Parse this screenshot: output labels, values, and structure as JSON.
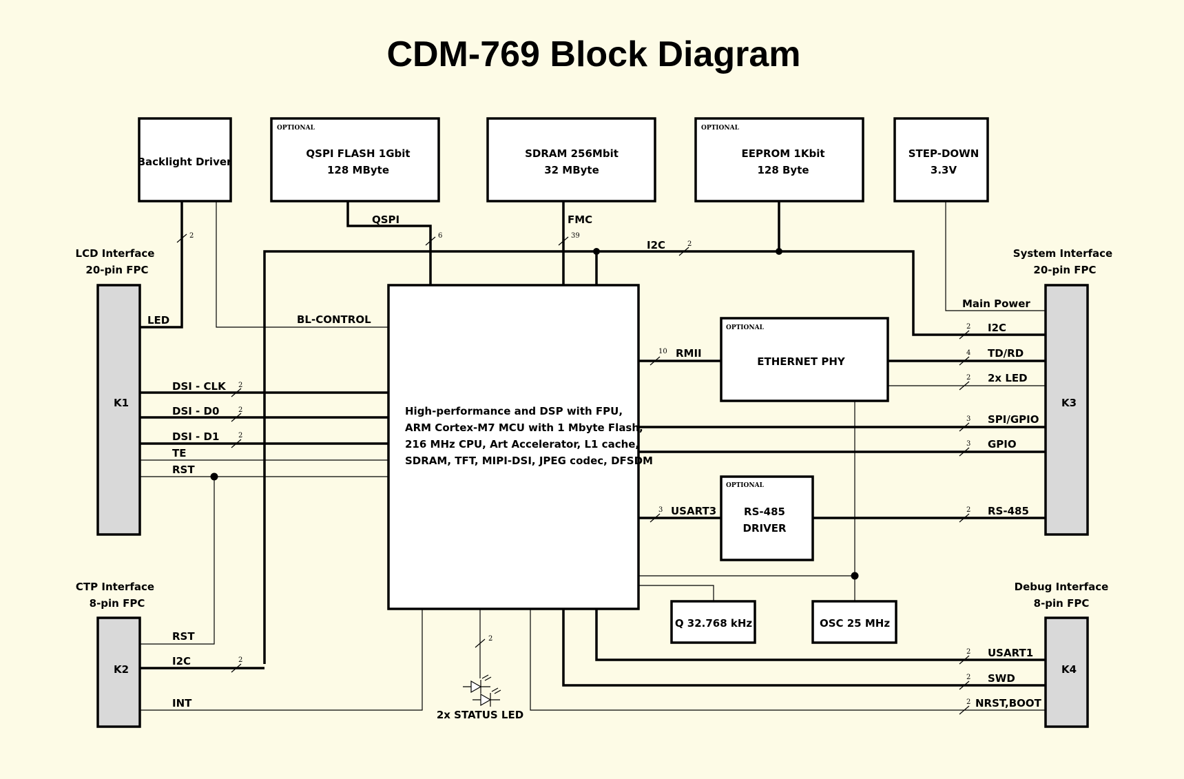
{
  "title": "CDM-769 Block Diagram",
  "optional_tag": "OPTIONAL",
  "blocks": {
    "backlight": "Backlight Driver",
    "qspi_flash": [
      "QSPI FLASH 1Gbit",
      "128 MByte"
    ],
    "sdram": [
      "SDRAM 256Mbit",
      "32 MByte"
    ],
    "eeprom": [
      "EEPROM 1Kbit",
      "128 Byte"
    ],
    "stepdown": [
      "STEP-DOWN",
      "3.3V"
    ],
    "mcu": [
      "High-performance and DSP with FPU,",
      "ARM Cortex-M7 MCU with 1 Mbyte Flash,",
      "216 MHz CPU, Art Accelerator, L1 cache,",
      "SDRAM, TFT, MIPI-DSI, JPEG codec, DFSDM"
    ],
    "ethernet_phy": "ETHERNET PHY",
    "rs485_driver": [
      "RS-485",
      "DRIVER"
    ],
    "osc32": "Q 32.768 kHz",
    "osc25": "OSC 25 MHz",
    "status_led": "2x STATUS LED"
  },
  "connectors": {
    "k1": {
      "name": "K1",
      "title": [
        "LCD Interface",
        "20-pin FPC"
      ]
    },
    "k2": {
      "name": "K2",
      "title": [
        "CTP Interface",
        "8-pin FPC"
      ]
    },
    "k3": {
      "name": "K3",
      "title": [
        "System Interface",
        "20-pin FPC"
      ]
    },
    "k4": {
      "name": "K4",
      "title": [
        "Debug Interface",
        "8-pin FPC"
      ]
    }
  },
  "signals": {
    "led": "LED",
    "bl_control": "BL-CONTROL",
    "dsi_clk": "DSI - CLK",
    "dsi_d0": "DSI - D0",
    "dsi_d1": "DSI - D1",
    "te": "TE",
    "rst_lcd": "RST",
    "rst_ctp": "RST",
    "i2c_ctp": "I2C",
    "int": "INT",
    "qspi": "QSPI",
    "fmc": "FMC",
    "i2c_bus": "I2C",
    "rmii": "RMII",
    "usart3": "USART3",
    "main_power": "Main Power",
    "i2c_sys": "I2C",
    "tdrd": "TD/RD",
    "led2x": "2x LED",
    "spi_gpio": "SPI/GPIO",
    "gpio": "GPIO",
    "rs485": "RS-485",
    "usart1": "USART1",
    "swd": "SWD",
    "nrst_boot": "NRST,BOOT"
  },
  "bus_widths": {
    "led": "2",
    "qspi": "6",
    "fmc": "39",
    "i2c_bus": "2",
    "dsi_clk": "2",
    "dsi_d0": "2",
    "dsi_d1": "2",
    "i2c_ctp": "2",
    "rmii": "10",
    "usart3": "3",
    "status_led": "2",
    "i2c_sys": "2",
    "tdrd": "4",
    "led2x": "2",
    "spi_gpio": "3",
    "gpio": "3",
    "rs485": "2",
    "usart1": "2",
    "swd": "2",
    "nrst_boot": "2"
  }
}
